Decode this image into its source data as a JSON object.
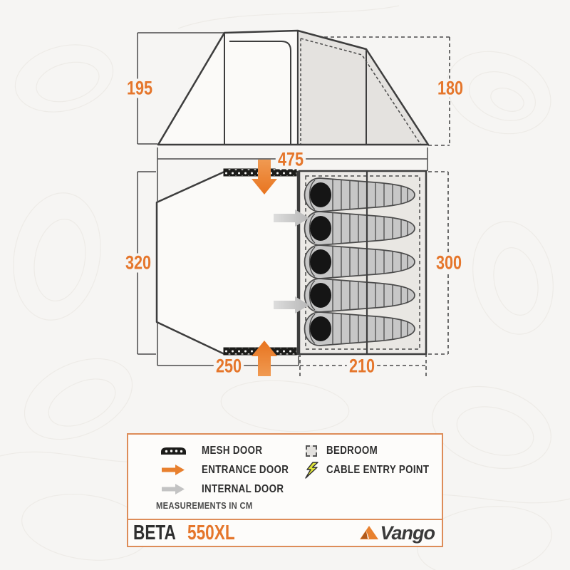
{
  "title": {
    "model_prefix": "BETA",
    "model_suffix": "550XL",
    "brand": "Vango"
  },
  "dimensions": {
    "front_height": "195",
    "bedroom_height": "180",
    "total_length": "475",
    "living_depth": "320",
    "bedroom_depth": "300",
    "living_length": "250",
    "bedroom_length": "210",
    "unit": "cm"
  },
  "plan": {
    "bedroom": {
      "bag_count": 5
    }
  },
  "legend": {
    "items": [
      {
        "icon": "mesh-door-icon",
        "label": "MESH DOOR"
      },
      {
        "icon": "entrance-door-icon",
        "label": "ENTRANCE DOOR"
      },
      {
        "icon": "internal-door-icon",
        "label": "INTERNAL DOOR"
      },
      {
        "icon": "bedroom-icon",
        "label": "BEDROOM"
      },
      {
        "icon": "cable-entry-point-icon",
        "label": "CABLE ENTRY POINT"
      }
    ],
    "note": "MEASUREMENTS IN CM"
  },
  "colors": {
    "accent_orange": "#e5762b",
    "panel_border_orange": "#dd8c58",
    "line_dark": "#3d3d3d",
    "bedroom_fill": "#e7e5e2",
    "sleeping_bag_fill": "#c7c7c7",
    "cable_bolt_yellow": "#dde23a"
  }
}
